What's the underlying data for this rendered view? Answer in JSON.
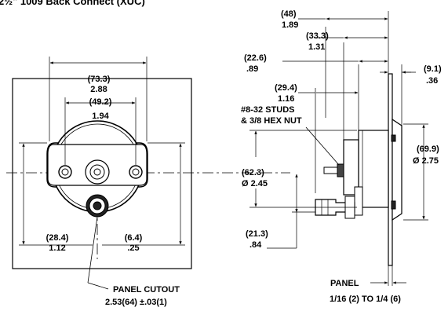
{
  "title": "2½\" 1009 Back Connect (XUC)",
  "front_view": {
    "overall_width": {
      "mm": "(73.3)",
      "in": "2.88"
    },
    "stud_spacing": {
      "mm": "(49.2)",
      "in": "1.94"
    },
    "center_to_bottom": {
      "mm": "(28.4)",
      "in": "1.12"
    },
    "offset": {
      "mm": "(6.4)",
      "in": ".25"
    },
    "panel_cutout_label": "PANEL CUTOUT",
    "panel_cutout_value": "2.53(64) ±.03(1)"
  },
  "side_view": {
    "overall_depth": {
      "mm": "(48)",
      "in": "1.89"
    },
    "depth_2": {
      "mm": "(33.3)",
      "in": "1.31"
    },
    "depth_3": {
      "mm": "(22.6)",
      "in": ".89"
    },
    "depth_4": {
      "mm": "(29.4)",
      "in": "1.16"
    },
    "bezel_depth": {
      "mm": "(9.1)",
      "in": ".36"
    },
    "studs_label_1": "#8-32 STUDS",
    "studs_label_2": "& 3/8 HEX NUT",
    "bezel_diameter": {
      "mm": "(69.9)",
      "in": "Ø 2.75"
    },
    "case_diameter": {
      "mm": "(62.3)",
      "in": "Ø 2.45"
    },
    "center_to_connector": {
      "mm": "(21.3)",
      "in": ".84"
    },
    "panel_label": "PANEL",
    "panel_thickness": "1/16 (2) TO 1/4 (6)"
  }
}
